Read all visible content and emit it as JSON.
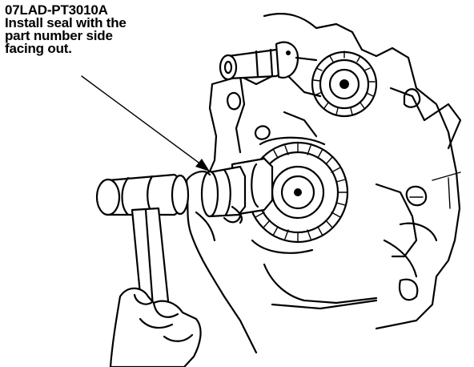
{
  "callout": {
    "part_number": "07LAD-PT3010A",
    "note_lines": [
      "Install seal with the",
      "part number side",
      "facing out."
    ]
  },
  "colors": {
    "ink": "#000000",
    "background": "#ffffff"
  }
}
